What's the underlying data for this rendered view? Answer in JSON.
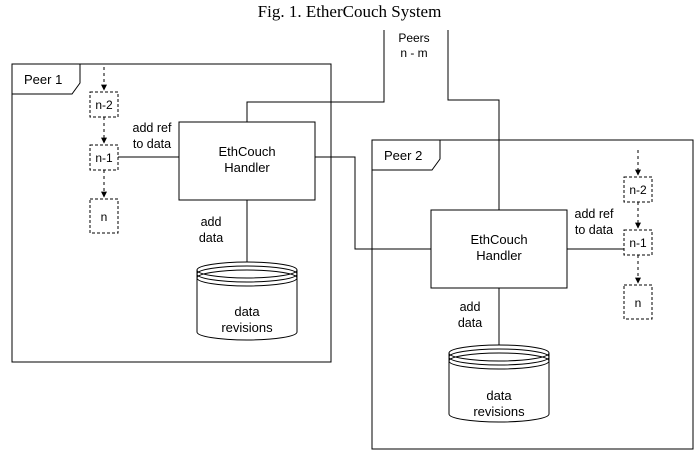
{
  "figure": {
    "caption": "Fig. 1.  EtherCouch System",
    "external_label": {
      "line1": "Peers",
      "line2": "n - m"
    }
  },
  "peer1": {
    "label": "Peer 1",
    "handler": {
      "line1": "EthCouch",
      "line2": "Handler"
    },
    "chain": [
      "n-2",
      "n-1",
      "n"
    ],
    "ref_label": {
      "line1": "add ref",
      "line2": "to data"
    },
    "add_label": {
      "line1": "add",
      "line2": "data"
    },
    "store": {
      "line1": "data",
      "line2": "revisions"
    }
  },
  "peer2": {
    "label": "Peer 2",
    "handler": {
      "line1": "EthCouch",
      "line2": "Handler"
    },
    "chain": [
      "n-2",
      "n-1",
      "n"
    ],
    "ref_label": {
      "line1": "add ref",
      "line2": "to data"
    },
    "add_label": {
      "line1": "add",
      "line2": "data"
    },
    "store": {
      "line1": "data",
      "line2": "revisions"
    }
  }
}
